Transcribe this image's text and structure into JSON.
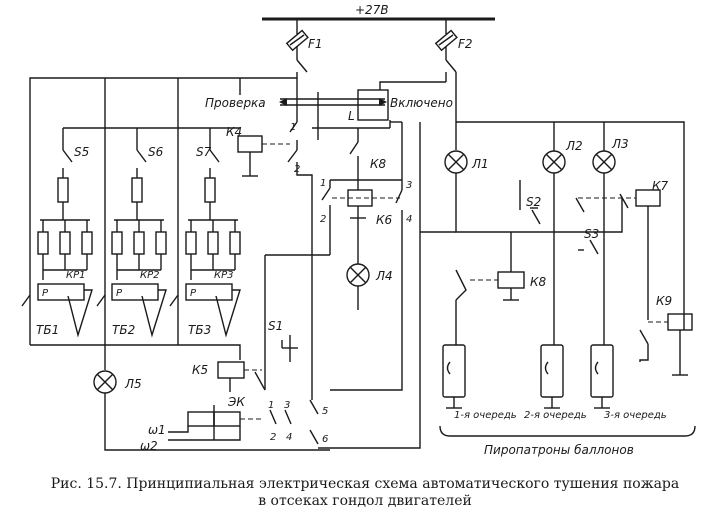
{
  "labels": {
    "bus": "+27В",
    "fuse1": "F1",
    "fuse2": "F2",
    "proverka": "Проверка",
    "vklyucheno": "Включено",
    "L": "L",
    "S5": "S5",
    "S6": "S6",
    "S7": "S7",
    "K4": "К4",
    "K8": "К8",
    "K6": "К6",
    "K7": "К7",
    "K9": "К9",
    "K5": "К5",
    "K8b": "К8",
    "L1": "Л1",
    "L2": "Л2",
    "L3": "Л3",
    "L4": "Л4",
    "L5": "Л5",
    "S1": "S1",
    "S2": "S2",
    "S3": "S3",
    "KR1": "КР1",
    "KR2": "КР2",
    "KR3": "КР3",
    "TB1": "ТБ1",
    "TB2": "ТБ2",
    "TB3": "ТБ3",
    "EK": "ЭК",
    "w1": "ω1",
    "w2": "ω2",
    "P": "P",
    "n1": "1",
    "n2": "2",
    "n3": "3",
    "n4": "4",
    "n5": "5",
    "n6": "6",
    "queue1": "1-я очередь",
    "queue2": "2-я очередь",
    "queue3": "3-я очередь",
    "pyro": "Пиропатроны баллонов"
  },
  "caption": {
    "line1": "Рис. 15.7. Принципиальная электрическая схема автоматического тушения пожара",
    "line2": "в отсеках гондол двигателей"
  }
}
